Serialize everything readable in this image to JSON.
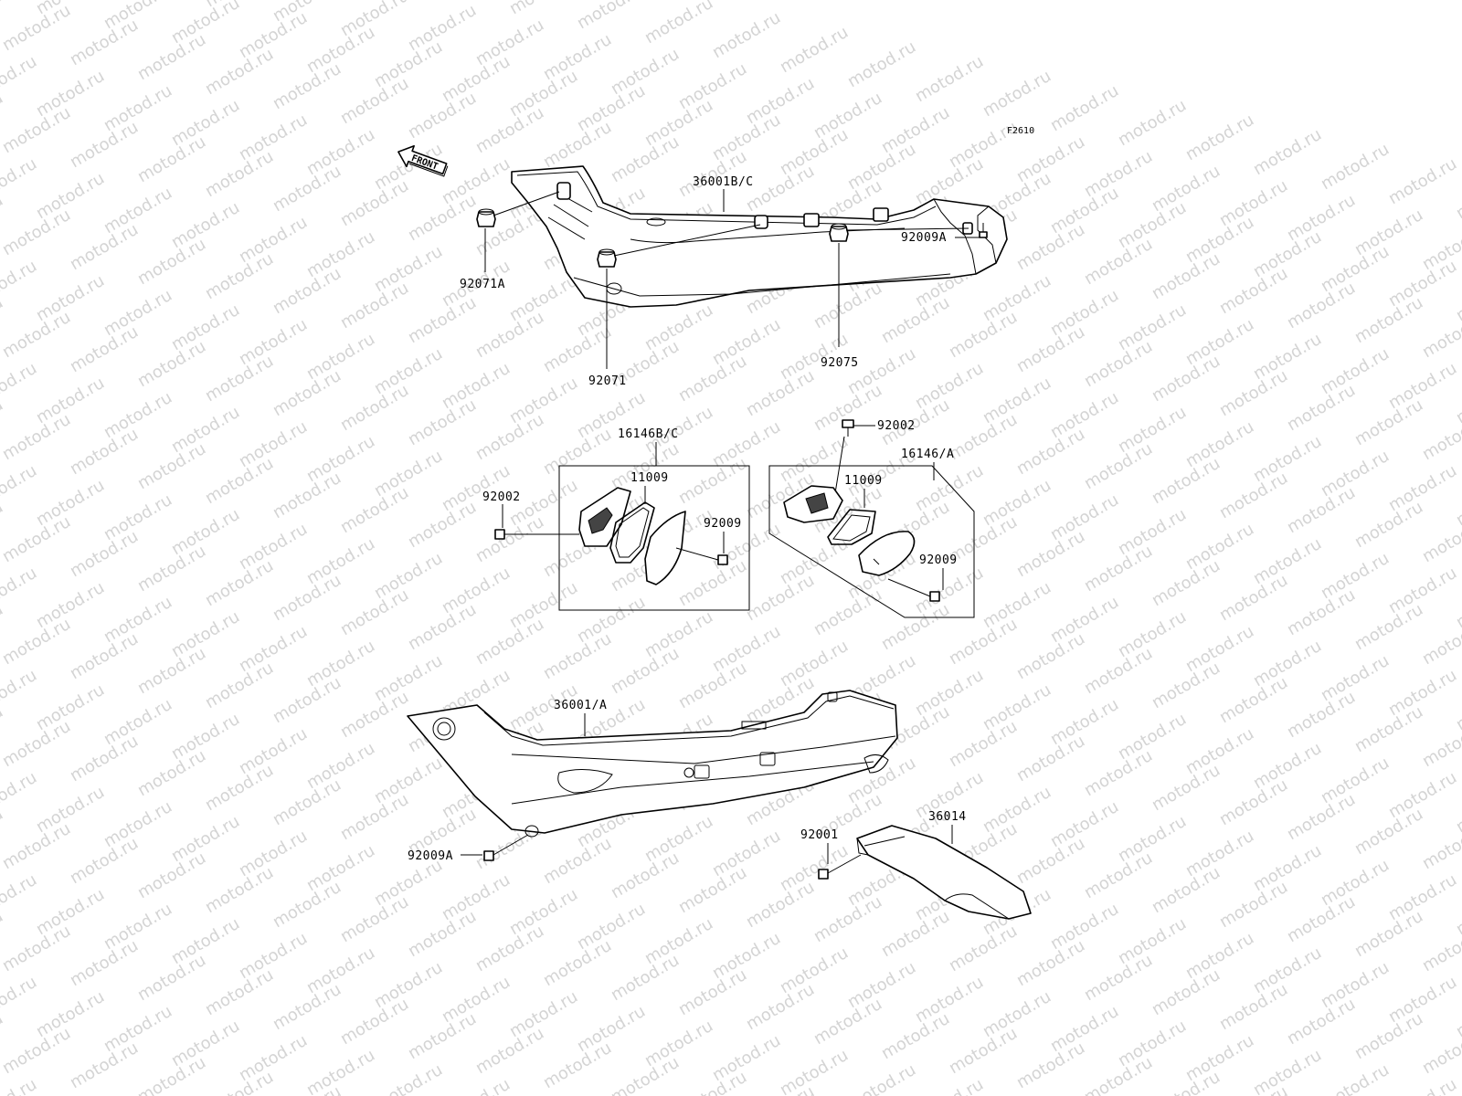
{
  "figure_code": "F2610",
  "front_arrow_label": "FRONT",
  "watermark_text": "motod.ru",
  "labels": {
    "l_36001bc": "36001B/C",
    "l_92071a": "92071A",
    "l_92071": "92071",
    "l_92075": "92075",
    "l_92009a_top": "92009A",
    "l_16146bc": "16146B/C",
    "l_11009_left": "11009",
    "l_92002_left": "92002",
    "l_92009_left": "92009",
    "l_92002_right": "92002",
    "l_16146a": "16146/A",
    "l_11009_right": "11009",
    "l_92009_right": "92009",
    "l_36001a": "36001/A",
    "l_92009a_bottom": "92009A",
    "l_92001": "92001",
    "l_36014": "36014"
  }
}
